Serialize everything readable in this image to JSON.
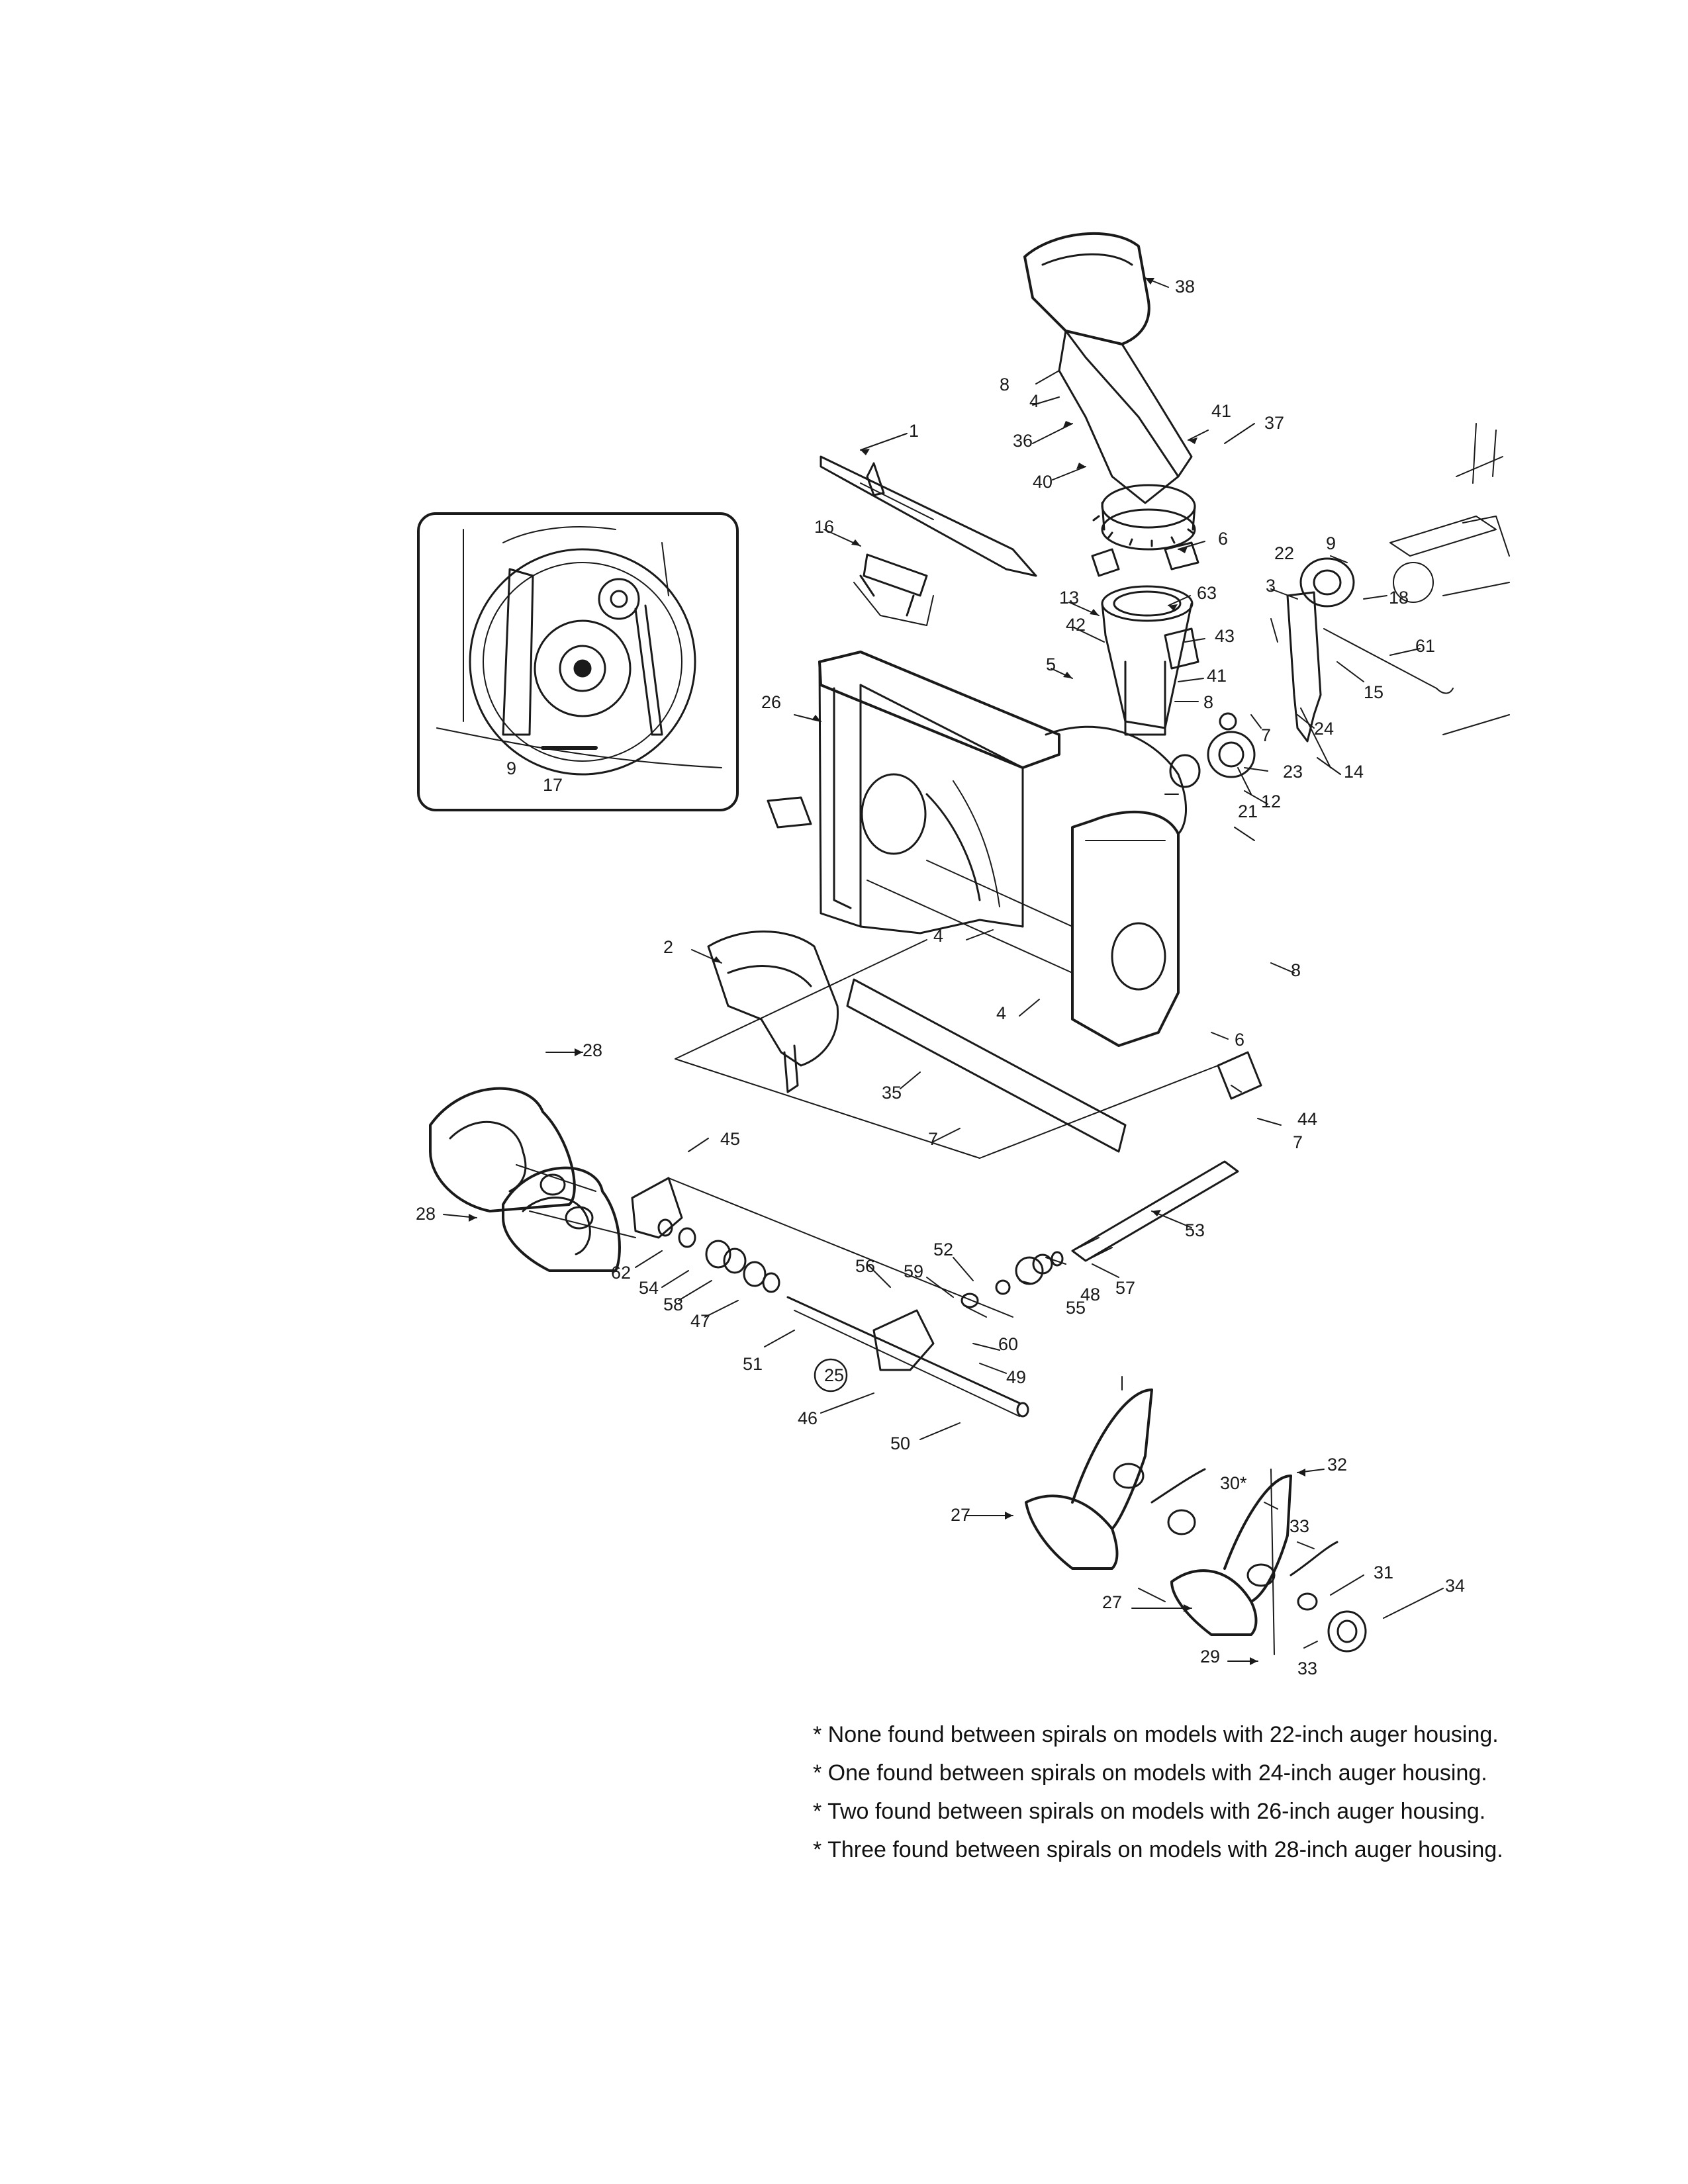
{
  "diagram": {
    "callouts": [
      "1",
      "2",
      "3",
      "4",
      "5",
      "6",
      "7",
      "8",
      "9",
      "12",
      "13",
      "14",
      "15",
      "16",
      "17",
      "18",
      "21",
      "22",
      "23",
      "24",
      "25",
      "26",
      "27",
      "28",
      "29",
      "30*",
      "31",
      "32",
      "33",
      "34",
      "35",
      "36",
      "37",
      "38",
      "40",
      "41",
      "42",
      "43",
      "44",
      "45",
      "46",
      "47",
      "48",
      "49",
      "50",
      "51",
      "52",
      "53",
      "54",
      "55",
      "56",
      "57",
      "58",
      "59",
      "60",
      "61",
      "62",
      "63"
    ],
    "inset": {
      "callouts": [
        "9",
        "17"
      ]
    },
    "circled_callout": "25"
  },
  "notes": [
    "* None found between spirals on models with 22-inch auger housing.",
    "* One found between spirals on models with 24-inch auger housing.",
    "* Two found between spirals on models with 26-inch auger housing.",
    "* Three found between spirals on models with 28-inch auger housing."
  ],
  "colors": {
    "ink": "#1a1a1a",
    "paper": "#ffffff",
    "shade": "#c8c8c8"
  }
}
